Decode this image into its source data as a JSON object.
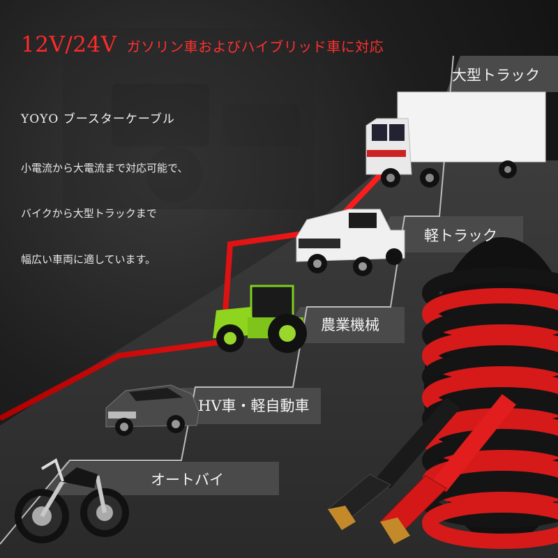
{
  "headline": {
    "voltage": "12V/24V",
    "compat": "ガソリン車およびハイブリッド車に対応"
  },
  "brand": "YOYO ブースターケーブル",
  "description": [
    "小電流から大電流まで対応可能で、",
    "バイクから大型トラックまで",
    "幅広い車両に適しています。"
  ],
  "vehicle_steps": [
    {
      "label": "オートバイ",
      "icon": "motorcycle-icon"
    },
    {
      "label": "HV車・軽自動車",
      "icon": "car-icon"
    },
    {
      "label": "農業機械",
      "icon": "tractor-icon"
    },
    {
      "label": "軽トラック",
      "icon": "pickup-truck-icon"
    },
    {
      "label": "大型トラック",
      "icon": "box-truck-icon"
    }
  ],
  "colors": {
    "accent_red": "#e31010",
    "cable_red": "#d61a1a",
    "cable_black": "#141414"
  }
}
